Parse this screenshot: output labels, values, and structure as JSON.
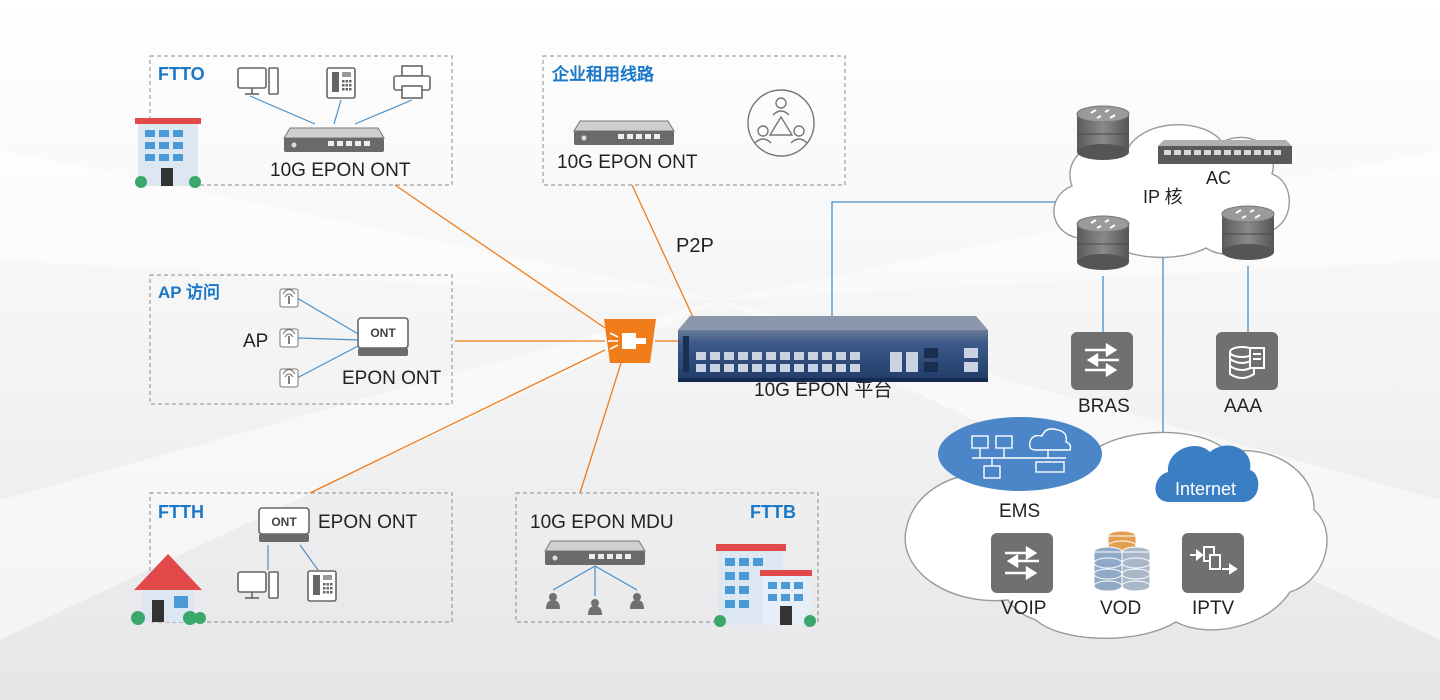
{
  "labels": {
    "ftto": "FTTO",
    "ftto_ont": "10G EPON ONT",
    "enterprise": "企业租用线路",
    "enterprise_ont": "10G EPON ONT",
    "ap_access": "AP 访问",
    "ap": "AP",
    "ap_epon": "EPON ONT",
    "ont_badge": "ONT",
    "ftth": "FTTH",
    "ftth_epon": "EPON ONT",
    "mdu": "10G EPON MDU",
    "fttb": "FTTB",
    "p2p": "P2P",
    "platform": "10G EPON 平台",
    "ip_core": "IP 核",
    "ac": "AC",
    "bras": "BRAS",
    "aaa": "AAA",
    "ems": "EMS",
    "internet": "Internet",
    "voip": "VOIP",
    "vod": "VOD",
    "iptv": "IPTV"
  },
  "colors": {
    "accent_blue": "#1a78c8",
    "orange_line": "#f07c1a",
    "blue_line": "#4a90c8",
    "splitter": "#f07c1a",
    "olt_body": "#2a4a7a",
    "cloud_stroke": "#9a9a9a",
    "ems_fill": "#4a86c8",
    "internet_fill": "#3a7fc4",
    "service_tile": "#707070",
    "building_red": "#e24a4a",
    "building_blue": "#4a9ad8"
  },
  "icons": [
    "desktop-icon",
    "phone-icon",
    "printer-icon",
    "ont-device-icon",
    "team-icon",
    "ap-icon",
    "house-icon",
    "building-icon",
    "user-icon",
    "router-icon",
    "switch-icon",
    "server-icon",
    "database-icon",
    "splitter-icon",
    "olt-device-icon"
  ]
}
